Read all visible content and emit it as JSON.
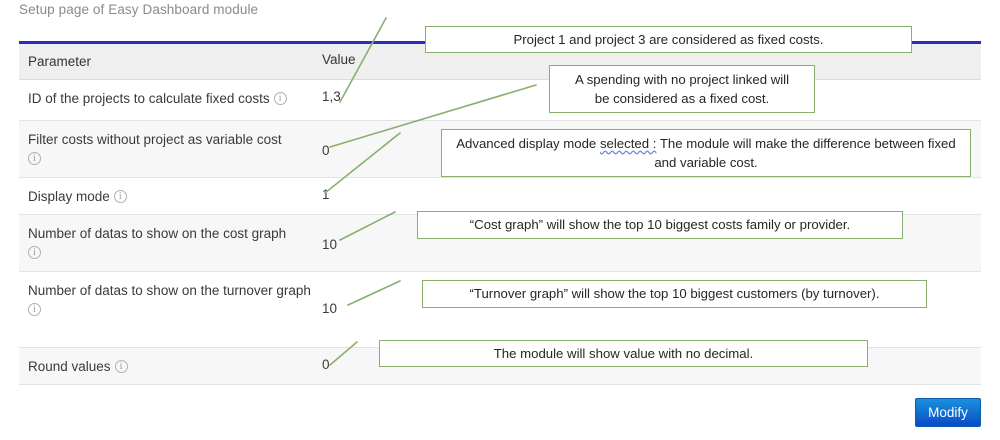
{
  "page": {
    "title": "Setup page of Easy Dashboard module"
  },
  "table": {
    "columns": [
      "Parameter",
      "Value"
    ],
    "rows": [
      {
        "parameter": "ID of the projects to calculate fixed costs",
        "value": "1,3",
        "info_icon": "info-icon",
        "icon_inline": true
      },
      {
        "parameter": "Filter costs without project as variable cost",
        "value": "0",
        "info_icon": "info-icon",
        "icon_inline": false
      },
      {
        "parameter": "Display mode",
        "value": "1",
        "info_icon": "info-icon",
        "icon_inline": true
      },
      {
        "parameter": "Number of datas to show on the cost graph",
        "value": "10",
        "info_icon": "info-icon",
        "icon_inline": false
      },
      {
        "parameter": "Number of datas to show on the turnover graph",
        "value": "10",
        "info_icon": "info-icon",
        "icon_inline": false
      },
      {
        "parameter": "Round values",
        "value": "0",
        "info_icon": "info-icon",
        "icon_inline": true
      }
    ]
  },
  "annotations": [
    {
      "text": "Project 1 and project 3 are considered as fixed costs."
    },
    {
      "line1": "A spending with no project linked will",
      "line2": "be considered as a fixed cost."
    },
    {
      "pre": "Advanced display mode ",
      "spell": "selected :",
      "post": " The module will make the difference between fixed and variable cost."
    },
    {
      "text": "“Cost graph” will show the top 10 biggest costs family or provider."
    },
    {
      "text": "“Turnover graph” will show the top 10 biggest customers (by turnover)."
    },
    {
      "text": "The module will show value with no decimal."
    }
  ],
  "footer": {
    "modify_label": "Modify"
  },
  "colors": {
    "annotation_border": "#87b06f",
    "table_top_rule": "#2d2dbb",
    "button_blue": "#1274cf",
    "title_gray": "#8a8a8a"
  }
}
